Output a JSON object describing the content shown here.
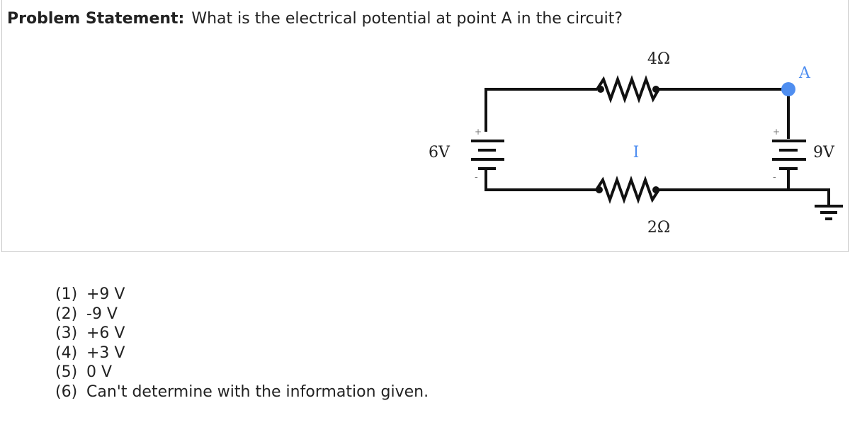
{
  "problem": {
    "label": "Problem Statement:",
    "question": "What is the electrical potential at point A in the circuit?"
  },
  "circuit": {
    "r_top": "4Ω",
    "r_bottom": "2Ω",
    "battery_left": "6V",
    "battery_right": "9V",
    "current": "I",
    "point": "A",
    "plus": "+",
    "minus": "-",
    "accent": "#4f8ef0"
  },
  "options": [
    {
      "num": "(1)",
      "text": "+9 V"
    },
    {
      "num": "(2)",
      "text": "-9 V"
    },
    {
      "num": "(3)",
      "text": "+6 V"
    },
    {
      "num": "(4)",
      "text": "+3 V"
    },
    {
      "num": "(5)",
      "text": "0 V"
    },
    {
      "num": "(6)",
      "text": "Can't determine with the information given."
    }
  ]
}
